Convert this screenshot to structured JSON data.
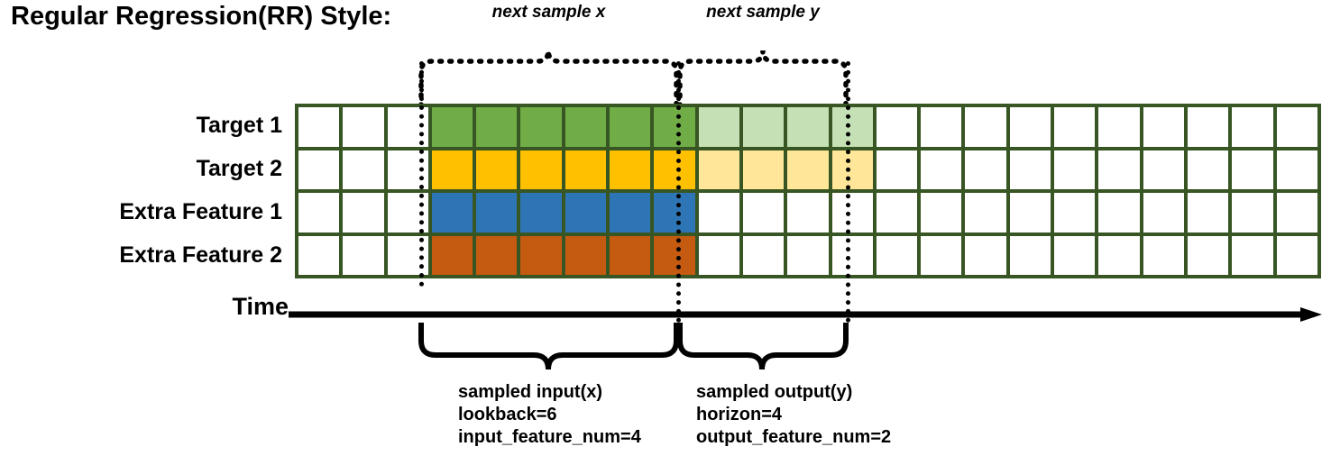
{
  "title": "Regular Regression(RR) Style:",
  "top_captions": {
    "next_sample_x": "next sample x",
    "next_sample_y": "next sample y"
  },
  "rows": [
    {
      "label": "Target 1",
      "color": "#70AD47",
      "light_color": "#C5E0B4",
      "has_output": true
    },
    {
      "label": "Target 2",
      "color": "#FFC000",
      "light_color": "#FFE699",
      "has_output": true
    },
    {
      "label": "Extra Feature 1",
      "color": "#2E75B6",
      "light_color": "#FFFFFF",
      "has_output": false
    },
    {
      "label": "Extra Feature 2",
      "color": "#C55A11",
      "light_color": "#FFFFFF",
      "has_output": false
    }
  ],
  "grid": {
    "total_columns": 23,
    "lead_white_columns": 3,
    "input_columns": 6,
    "output_columns": 4,
    "trail_white_columns": 10,
    "border_color": "#375623",
    "empty_color": "#FFFFFF"
  },
  "time_axis": {
    "label": "Time"
  },
  "annotations": {
    "input": {
      "line1": "sampled input(x)",
      "line2": "lookback=6",
      "line3": "input_feature_num=4"
    },
    "output": {
      "line1": "sampled output(y)",
      "line2": "horizon=4",
      "line3": "output_feature_num=2"
    }
  },
  "colors": {
    "grid_border": "#375623",
    "target1": "#70AD47",
    "target1_light": "#C5E0B4",
    "target2": "#FFC000",
    "target2_light": "#FFE699",
    "feature1": "#2E75B6",
    "feature2": "#C55A11",
    "line": "#000000"
  }
}
